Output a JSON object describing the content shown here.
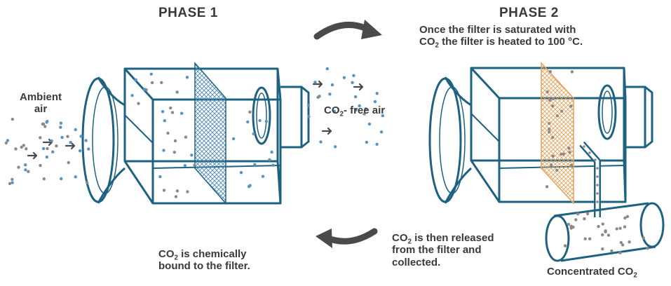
{
  "colors": {
    "outline": "#1e6282",
    "particle_blue": "#5b93bf",
    "particle_grey": "#8a8a8a",
    "filter_blue": "#4d88b5",
    "filter_orange": "#e8a05a",
    "arrow": "#4a4a4a",
    "text": "#3a3a3a"
  },
  "phase1": {
    "heading": "PHASE 1",
    "ambient_line1": "Ambient",
    "ambient_line2": "air",
    "free_air_prefix": "CO",
    "free_air_sub": "2",
    "free_air_suffix": "- free air",
    "caption_prefix": "CO",
    "caption_sub": "2",
    "caption_line1_suffix": " is chemically",
    "caption_line2": "bound to the filter."
  },
  "phase2": {
    "heading": "PHASE 2",
    "desc_line1": "Once the filter is saturated with",
    "desc_line2_prefix": "CO",
    "desc_line2_sub": "2",
    "desc_line2_suffix": " the filter is heated to 100 °C.",
    "release_prefix": "CO",
    "release_sub": "2",
    "release_line1_suffix": " is then released",
    "release_line2": "from the filter and",
    "release_line3": "collected.",
    "concentrated_prefix": "Concentrated CO",
    "concentrated_sub": "2"
  },
  "icons": {
    "cycle_top": "curved-arrow-right-icon",
    "cycle_bottom": "curved-arrow-left-icon"
  }
}
